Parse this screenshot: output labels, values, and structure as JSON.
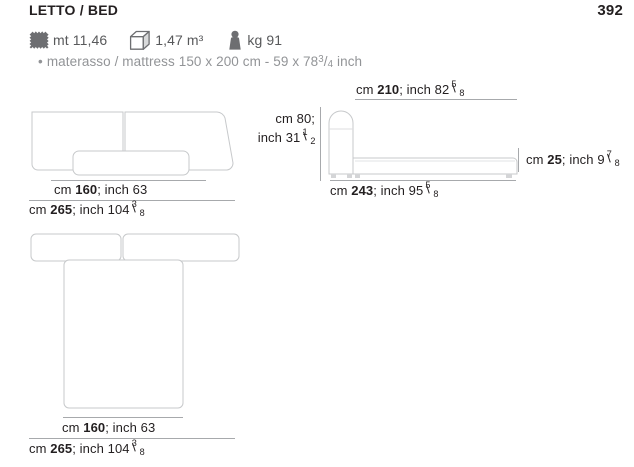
{
  "header": {
    "title": "LETTO / BED",
    "page_number": "392"
  },
  "specs": [
    {
      "icon": "fabric-swatch-icon",
      "value": "mt 11,46"
    },
    {
      "icon": "volume-cube-icon",
      "value": "1,47 m³"
    },
    {
      "icon": "weight-icon",
      "value": "kg 91"
    }
  ],
  "mattress_note": {
    "bullet": "•",
    "text_before": "materasso / mattress 150 x 200 cm - 59 x 78",
    "frac_numerator": "3",
    "frac_slash": "/",
    "frac_denominator": "4",
    "text_after": "inch"
  },
  "views": {
    "headboard_top": {
      "name": "headboard front view",
      "dim_inner": {
        "unit": "cm",
        "value": "160",
        "sep": "; inch ",
        "inch": "63"
      },
      "dim_outer": {
        "unit": "cm",
        "value": "265",
        "sep": "; inch ",
        "inch": "104",
        "frac_n": "3",
        "frac_d": "8"
      }
    },
    "side_elevation": {
      "name": "bed side elevation",
      "dim_top": {
        "unit": "cm",
        "value": "210",
        "sep": "; inch ",
        "inch": "82",
        "frac_n": "5",
        "frac_d": "8"
      },
      "dim_left_line1": "cm 80;",
      "dim_left_line2_pre": "inch 31",
      "dim_left_line2_frac_n": "1",
      "dim_left_line2_frac_d": "2",
      "dim_right": {
        "unit": "cm",
        "value": "25",
        "sep": "; inch ",
        "inch": "9",
        "frac_n": "7",
        "frac_d": "8"
      },
      "dim_bottom": {
        "unit": "cm",
        "value": "243",
        "sep": "; inch ",
        "inch": "95",
        "frac_n": "5",
        "frac_d": "8"
      }
    },
    "plan": {
      "name": "bed plan view",
      "dim_inner": {
        "unit": "cm",
        "value": "160",
        "sep": "; inch ",
        "inch": "63"
      },
      "dim_outer": {
        "unit": "cm",
        "value": "265",
        "sep": "; inch ",
        "inch": "104",
        "frac_n": "3",
        "frac_d": "8"
      }
    }
  },
  "colors": {
    "text": "#231f20",
    "muted": "#929497",
    "icon": "#6d6e71",
    "line": "#a7a9ac",
    "drawing_stroke": "#bcbec0"
  }
}
